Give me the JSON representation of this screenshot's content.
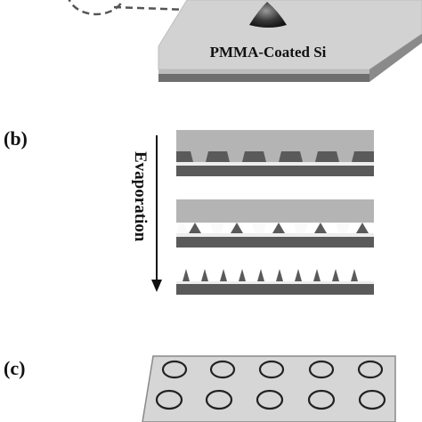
{
  "panel_a": {
    "substrate_label": "PMMA-Coated Si"
  },
  "panel_b": {
    "label": "(b)",
    "arrow_label": "Evaporation"
  },
  "panel_c": {
    "label": "(c)"
  },
  "colors": {
    "substrate_top": "#d2d2d2",
    "substrate_side": "#6e6e6e",
    "solution": "#b4b4b4",
    "dark_layer": "#5a5a5a",
    "thin_layer": "#ededed",
    "droplet_dark": "#2a2a2a"
  }
}
